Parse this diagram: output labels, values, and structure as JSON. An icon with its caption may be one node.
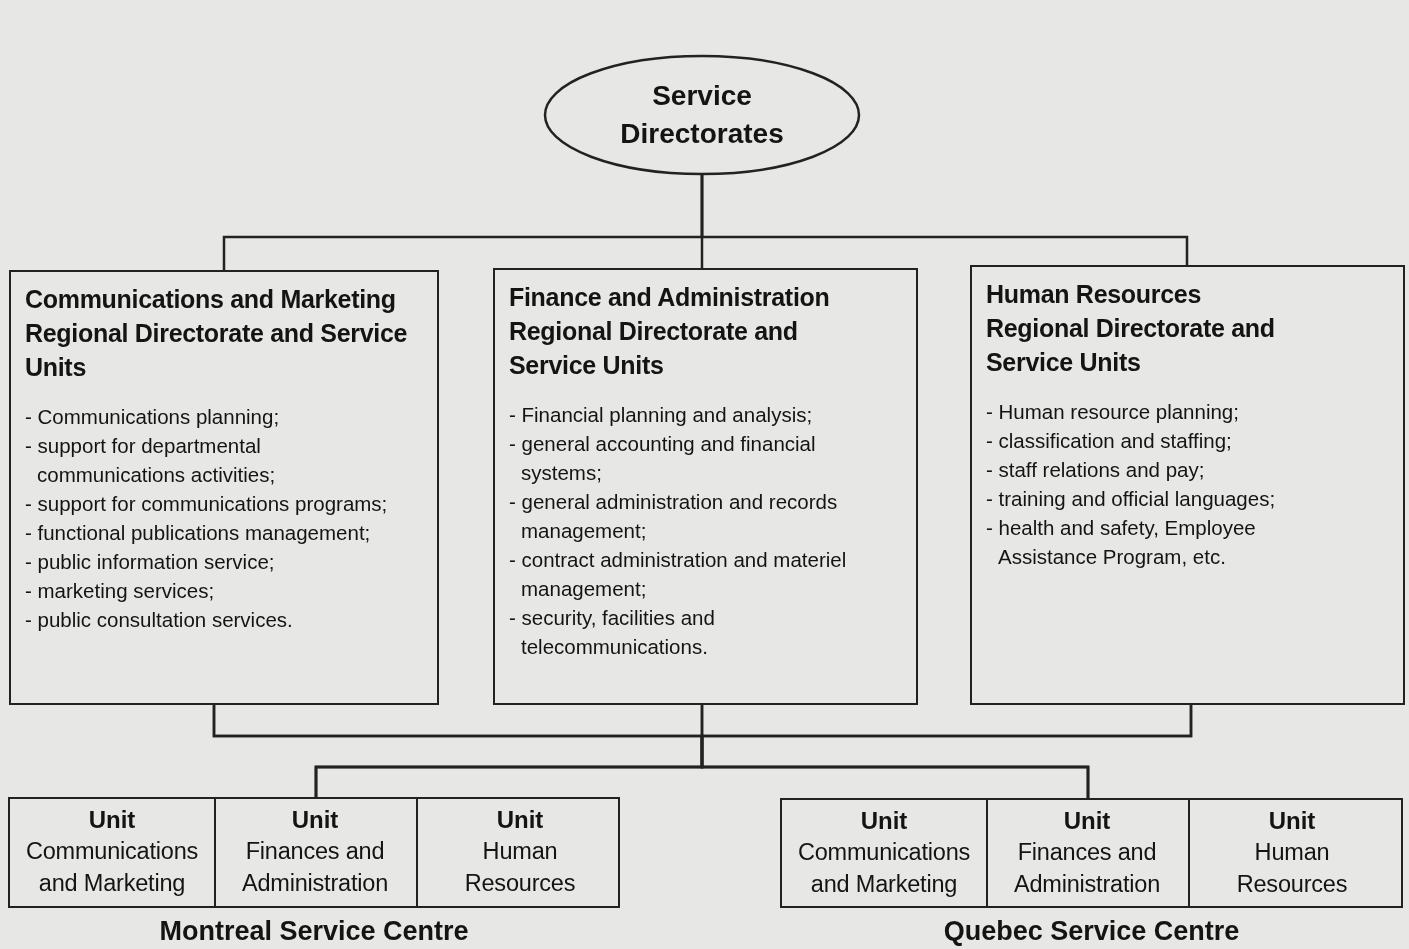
{
  "diagram": {
    "nodes": [
      {
        "text": [
          "Service Directorates"
        ]
      },
      {
        "text": [
          "Communications and Marketing Regional Directorate and Service Units",
          "- Communications planning;",
          "- support for departmental communications activities;",
          "- support for communications programs;",
          "- functional publications management;",
          "- public information service;",
          "- marketing services;",
          "- public consultation services."
        ]
      },
      {
        "text": [
          "Finance and Administration Regional Directorate and Service Units",
          "- Financial planning and analysis;",
          "- general accounting and financial systems;",
          "- general administration and records management;",
          "- contract administration and materiel management;",
          "- security, facilities and telecommunications."
        ]
      },
      {
        "text": [
          "Human Resources Regional Directorate and Service Units",
          "- Human resource planning;",
          "- classification and staffing;",
          "- staff relations and pay;",
          "- training and official languages;",
          "- health and safety, Employee Assistance Program, etc."
        ]
      },
      {
        "text": [
          "Montreal Service Centre"
        ]
      },
      {
        "text": [
          "Unit",
          "Communications and Marketing"
        ],
        "in": 4
      },
      {
        "text": [
          "Unit",
          "Finances and Administration"
        ],
        "in": 4
      },
      {
        "text": [
          "Unit",
          "Human Resources"
        ],
        "in": 4
      },
      {
        "text": [
          "Quebec Service Centre"
        ]
      },
      {
        "text": [
          "Unit",
          "Communications and Marketing"
        ],
        "in": 8
      },
      {
        "text": [
          "Unit",
          "Finances and Administration"
        ],
        "in": 8
      },
      {
        "text": [
          "Unit",
          "Human Resources"
        ],
        "in": 8
      }
    ],
    "edges": [
      {
        "from": 0,
        "to": 1,
        "arrow": "none"
      },
      {
        "from": 0,
        "to": 2,
        "arrow": "none"
      },
      {
        "from": 0,
        "to": 3,
        "arrow": "none"
      },
      {
        "from": 1,
        "to": 4,
        "arrow": "none"
      },
      {
        "from": 1,
        "to": 8,
        "arrow": "none"
      },
      {
        "from": 2,
        "to": 4,
        "arrow": "none"
      },
      {
        "from": 2,
        "to": 8,
        "arrow": "none"
      },
      {
        "from": 3,
        "to": 4,
        "arrow": "none"
      },
      {
        "from": 3,
        "to": 8,
        "arrow": "none"
      }
    ]
  }
}
